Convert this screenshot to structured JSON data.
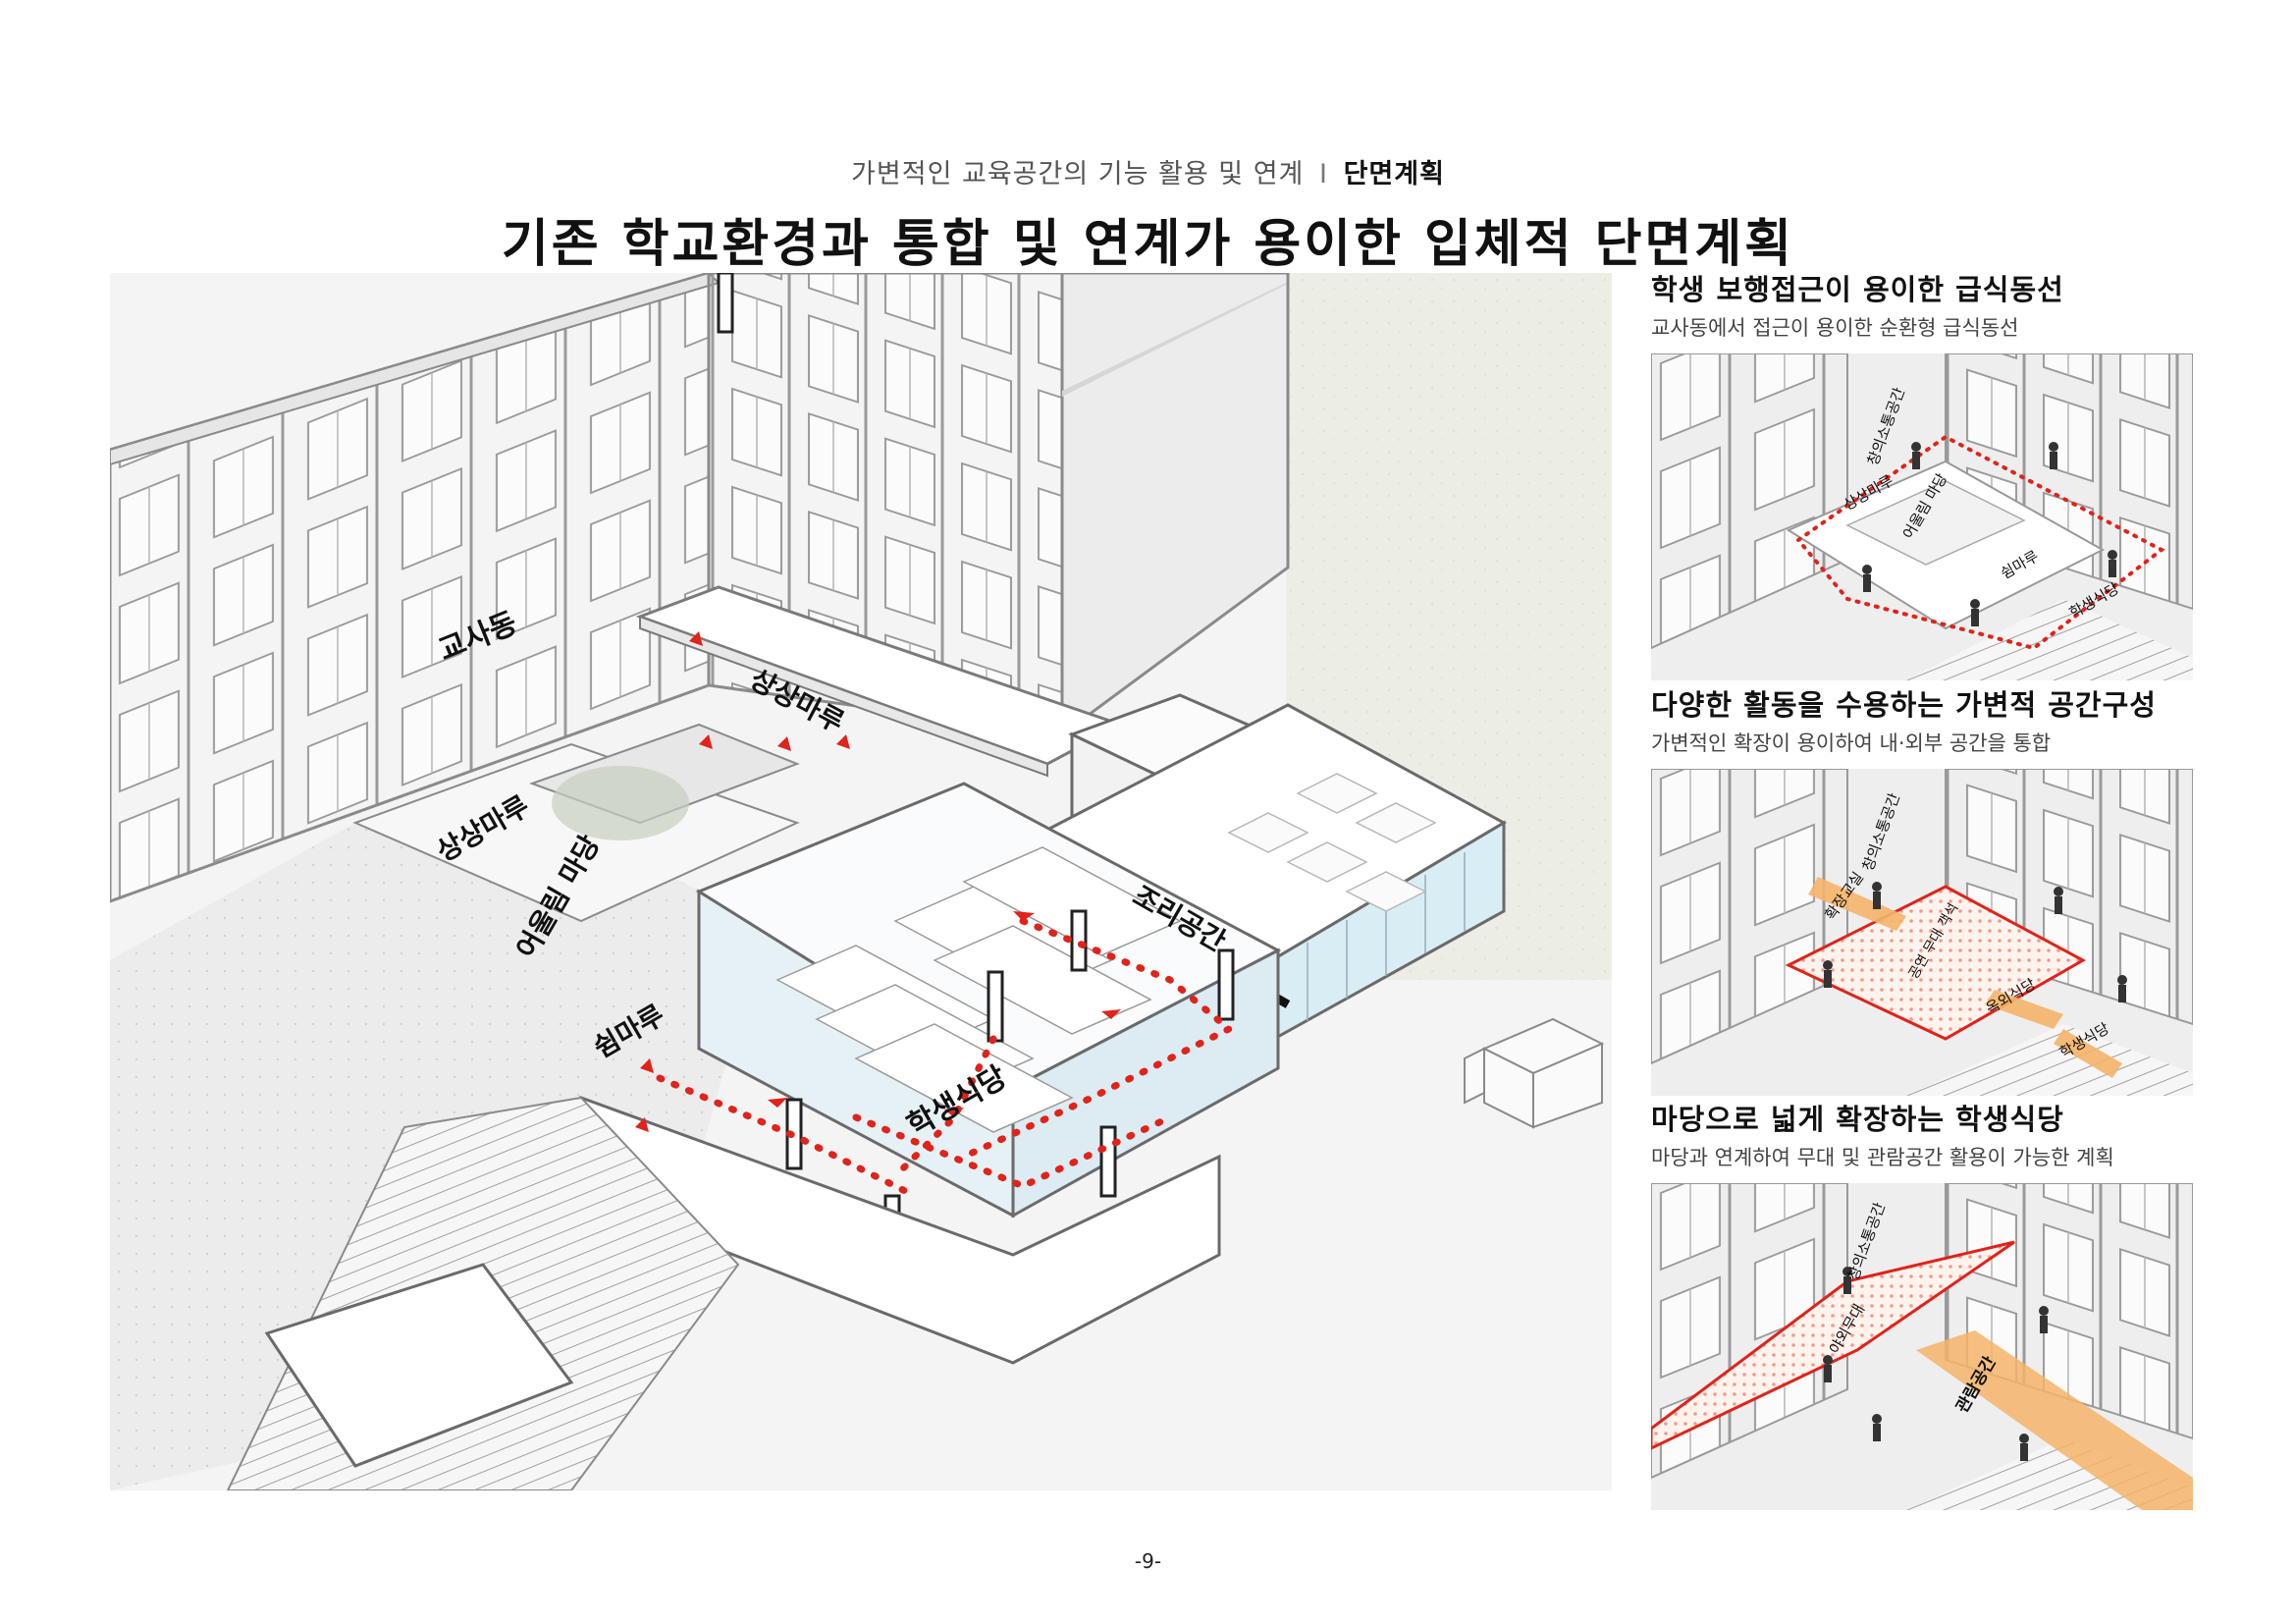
{
  "header": {
    "subtitle_lead": "가변적인 교육공간의 기능 활용 및 연계",
    "subtitle_sep": "I",
    "subtitle_strong": "단면계획",
    "title": "기존 학교환경과 통합 및 연계가 용이한 입체적 단면계획"
  },
  "main_diagram": {
    "labels": {
      "gyosadong": "교사동",
      "sangsangmaru1": "상상마루",
      "sangsangmaru2": "상상마루",
      "eoulim_madang": "어울림 마당",
      "shimmaru": "쉼마루",
      "student_cafeteria": "학생식당",
      "kitchen": "조리공간"
    },
    "colors": {
      "route": "#e0231b",
      "lines": "#8a8a8a",
      "glass": "#d8ecf2"
    }
  },
  "panels": [
    {
      "title": "학생 보행접근이 용이한 급식동선",
      "subtitle": "교사동에서 접근이 용이한 순환형 급식동선",
      "labels": [
        "창의소통공간",
        "상상마루",
        "어울림 마당",
        "쉼마루",
        "학생식당"
      ]
    },
    {
      "title": "다양한 활동을 수용하는 가변적 공간구성",
      "subtitle": "가변적인 확장이 용이하여 내·외부 공간을 통합",
      "labels": [
        "창의소통공간",
        "확장교실",
        "공연 무대 객석",
        "옥외식당",
        "학생식당"
      ]
    },
    {
      "title": "마당으로 넓게 확장하는 학생식당",
      "subtitle": "마당과 연계하여 무대 및 관람공간 활용이 가능한 계획",
      "labels": [
        "창의소통공간",
        "야외무대",
        "관람공간"
      ]
    }
  ],
  "page_number": "-9-"
}
